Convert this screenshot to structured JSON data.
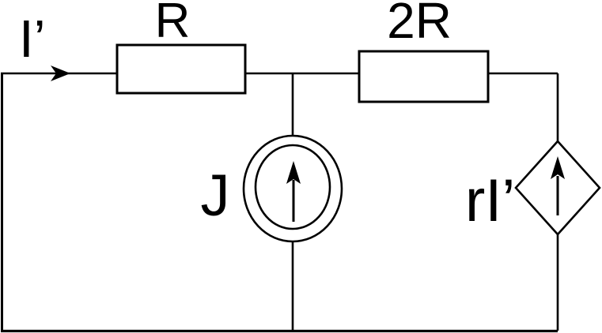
{
  "diagram": {
    "kind": "circuit-schematic",
    "background_color": "#ffffff",
    "line_color": "#000000",
    "labels": {
      "input_current": "I’",
      "resistor_r": "R",
      "resistor_2r": "2R",
      "current_source": "J",
      "dependent_source": "rI’"
    },
    "components": [
      {
        "id": "input-current-arrow",
        "type": "current-direction-arrow",
        "direction": "right",
        "label": "I’"
      },
      {
        "id": "resistor-r",
        "type": "resistor",
        "symbol": "rectangle",
        "label": "R"
      },
      {
        "id": "resistor-2r",
        "type": "resistor",
        "symbol": "rectangle",
        "label": "2R"
      },
      {
        "id": "current-source-j",
        "type": "independent-current-source",
        "symbol": "double-circle-arrow-up",
        "label": "J"
      },
      {
        "id": "dependent-current-source",
        "type": "dependent-current-source",
        "symbol": "diamond-arrow-up",
        "label": "rI’"
      }
    ]
  }
}
